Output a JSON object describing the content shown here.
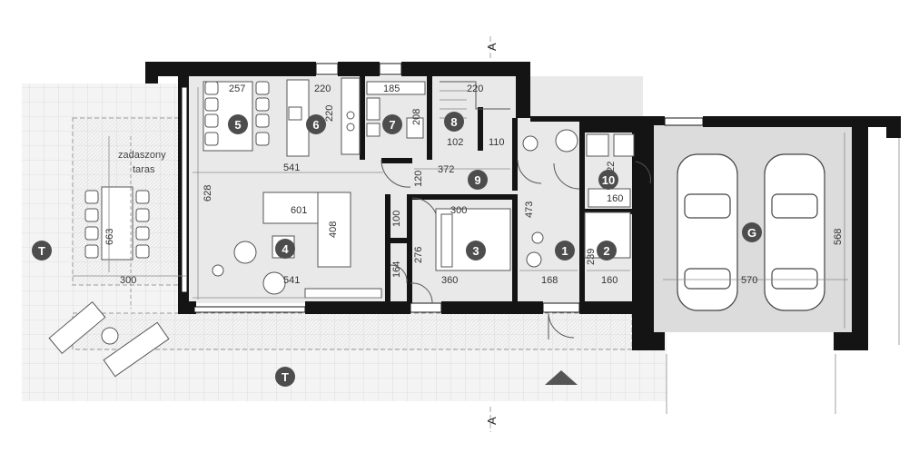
{
  "colors": {
    "wall": "#141414",
    "floor": "#e9e9e9",
    "terrace": "#f4f4f4",
    "garage": "#dcdcdc",
    "badge": "#4d4d4d",
    "line": "#8a8a8a"
  },
  "section_marker": "A",
  "terrace_label_line1": "zadaszony",
  "terrace_label_line2": "taras",
  "rooms": {
    "r1": "1",
    "r2": "2",
    "r3": "3",
    "r4": "4",
    "r5": "5",
    "r6": "6",
    "r7": "7",
    "r8": "8",
    "r9": "9",
    "r10": "10",
    "garage": "G",
    "terrace_a": "T",
    "terrace_b": "T"
  },
  "dimensions": {
    "d257": "257",
    "d220a": "220",
    "d220b": "220",
    "d185": "185",
    "d220c": "220",
    "d208": "208",
    "d102": "102",
    "d110": "110",
    "d541a": "541",
    "d372": "372",
    "d120": "120",
    "d628": "628",
    "d601": "601",
    "d408": "408",
    "d300a": "300",
    "d473": "473",
    "d222": "222",
    "d160a": "160",
    "d100": "100",
    "d276": "276",
    "d164": "164",
    "d663": "663",
    "d239": "239",
    "d541b": "541",
    "d360": "360",
    "d168": "168",
    "d160b": "160",
    "d300b": "300",
    "d570": "570",
    "d568": "568"
  }
}
